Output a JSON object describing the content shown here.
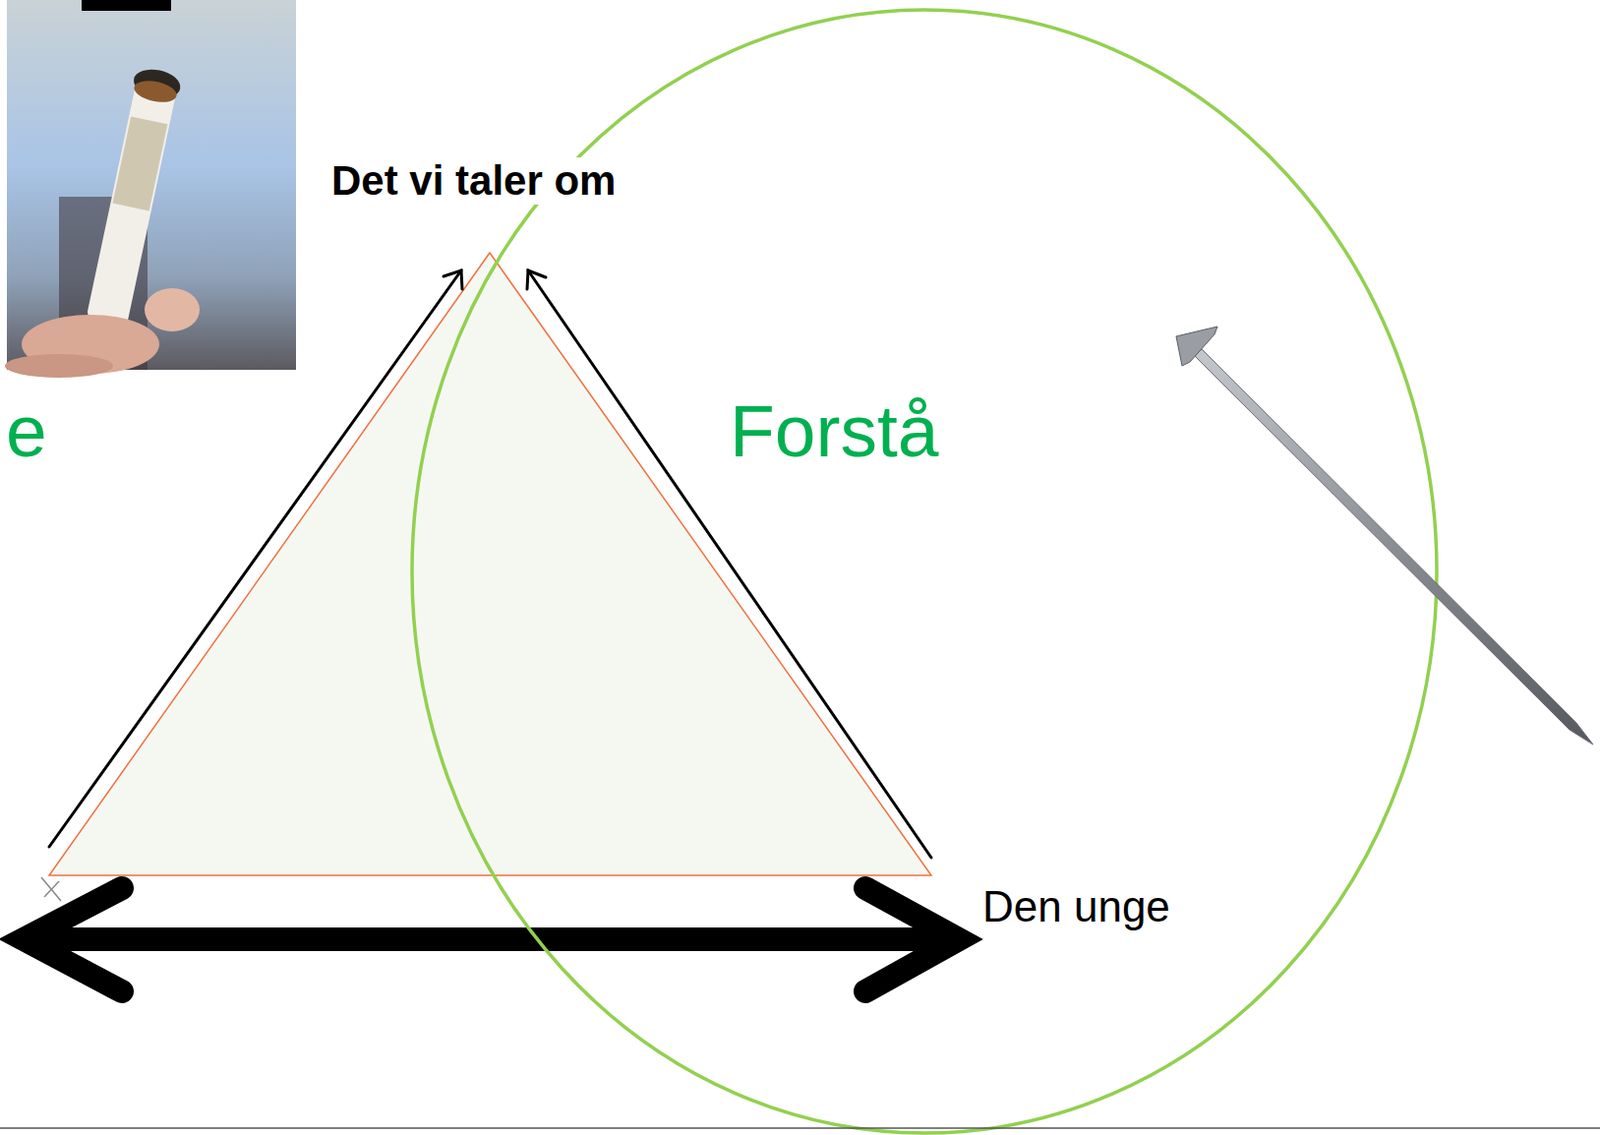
{
  "diagram": {
    "labels": [
      "Det vi taler om",
      "Forstå",
      "Den unge",
      "e"
    ]
  }
}
